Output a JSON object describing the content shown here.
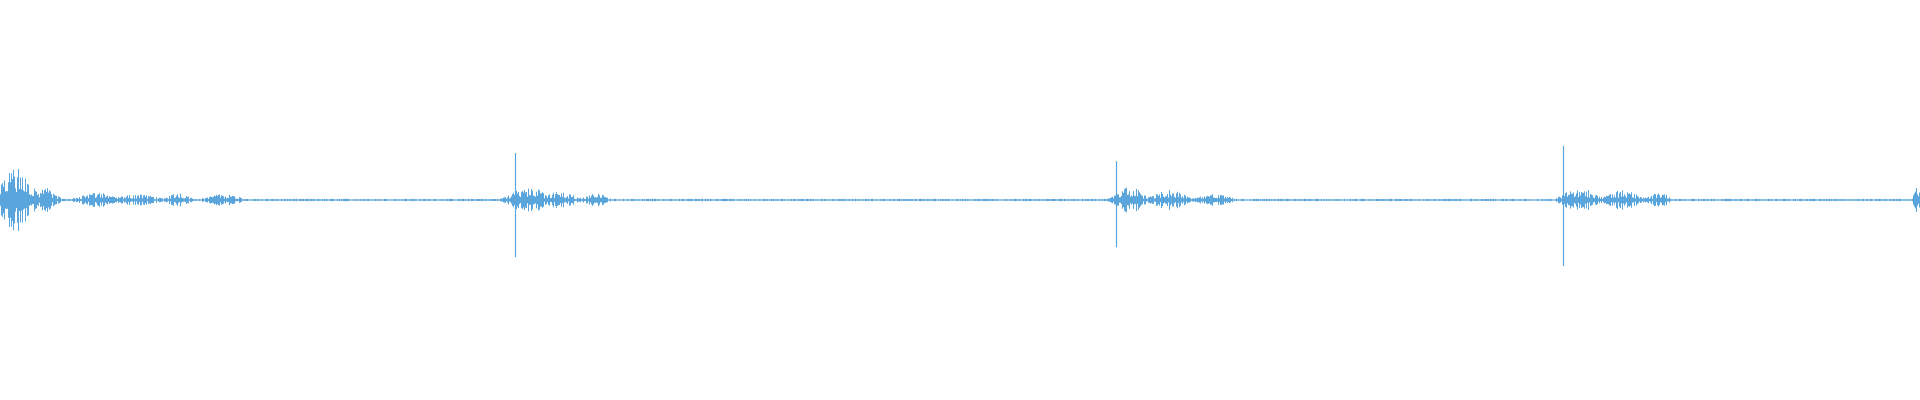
{
  "waveform": {
    "color": "#5aa5dc",
    "background": "#ffffff",
    "spikes": [
      {
        "position": 0.268,
        "amplitude": 0.52
      },
      {
        "position": 0.581,
        "amplitude": 0.43
      },
      {
        "position": 0.814,
        "amplitude": 0.6
      }
    ],
    "bursts": [
      {
        "position": 0.008,
        "level": 0.16,
        "spread": 0.01
      },
      {
        "position": 0.024,
        "level": 0.06,
        "spread": 0.006
      },
      {
        "position": 0.05,
        "level": 0.04,
        "spread": 0.01
      },
      {
        "position": 0.071,
        "level": 0.03,
        "spread": 0.012
      },
      {
        "position": 0.093,
        "level": 0.04,
        "spread": 0.006
      },
      {
        "position": 0.116,
        "level": 0.03,
        "spread": 0.01
      },
      {
        "position": 0.275,
        "level": 0.07,
        "spread": 0.01
      },
      {
        "position": 0.291,
        "level": 0.04,
        "spread": 0.01
      },
      {
        "position": 0.31,
        "level": 0.04,
        "spread": 0.006
      },
      {
        "position": 0.588,
        "level": 0.07,
        "spread": 0.008
      },
      {
        "position": 0.609,
        "level": 0.05,
        "spread": 0.01
      },
      {
        "position": 0.632,
        "level": 0.03,
        "spread": 0.01
      },
      {
        "position": 0.823,
        "level": 0.06,
        "spread": 0.01
      },
      {
        "position": 0.845,
        "level": 0.05,
        "spread": 0.01
      },
      {
        "position": 0.864,
        "level": 0.04,
        "spread": 0.006
      },
      {
        "position": 0.998,
        "level": 0.08,
        "spread": 0.002
      }
    ],
    "noise_floor": 0.006
  }
}
